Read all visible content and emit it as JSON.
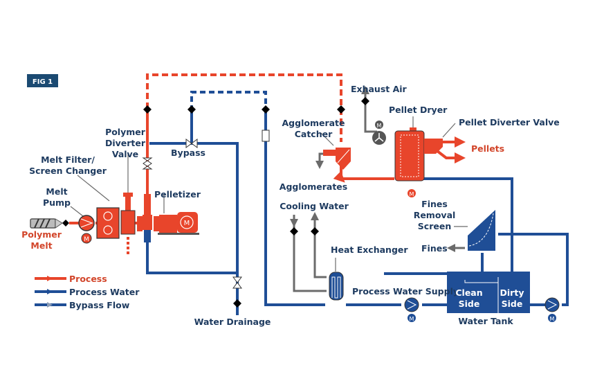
{
  "figure": {
    "badge": "FIG 1"
  },
  "colors": {
    "process": "#e8452b",
    "process_water": "#1f4e96",
    "bypass": "#1f4e96",
    "bypass_arrow": "#8a9bb5",
    "gray_line": "#6b6b6b",
    "label_navy": "#1d3a5f",
    "label_red": "#d2452a",
    "badge_bg": "#1b4a72"
  },
  "labels": {
    "polymer_melt_1": "Polymer",
    "polymer_melt_2": "Melt",
    "melt_pump_1": "Melt",
    "melt_pump_2": "Pump",
    "melt_filter_1": "Melt Filter/",
    "melt_filter_2": "Screen Changer",
    "polymer_diverter_1": "Polymer",
    "polymer_diverter_2": "Diverter",
    "polymer_diverter_3": "Valve",
    "bypass": "Bypass",
    "pelletizer": "Pelletizer",
    "water_drainage": "Water Drainage",
    "agglomerate_catcher_1": "Agglomerate",
    "agglomerate_catcher_2": "Catcher",
    "agglomerates": "Agglomerates",
    "exhaust_air": "Exhaust Air",
    "pellet_dryer": "Pellet Dryer",
    "pellet_diverter_valve": "Pellet Diverter Valve",
    "pellets": "Pellets",
    "cooling_water": "Cooling Water",
    "heat_exchanger": "Heat Exchanger",
    "fines_removal_1": "Fines",
    "fines_removal_2": "Removal",
    "fines_removal_3": "Screen",
    "fines": "Fines",
    "process_water_supply": "Process Water Supply",
    "clean_side_1": "Clean",
    "clean_side_2": "Side",
    "dirty_side_1": "Dirty",
    "dirty_side_2": "Side",
    "water_tank": "Water Tank",
    "motor_symbol": "M"
  },
  "legend": {
    "items": [
      {
        "label": "Process",
        "kind": "process"
      },
      {
        "label": "Process Water",
        "kind": "process_water"
      },
      {
        "label": "Bypass Flow",
        "kind": "bypass"
      }
    ]
  }
}
